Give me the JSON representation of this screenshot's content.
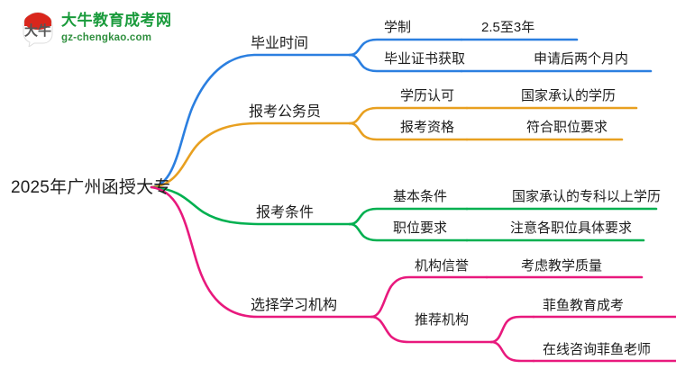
{
  "logo": {
    "badge_text": "大牛",
    "title": "大牛教育成考网",
    "subtitle": "gz-chengkao.com",
    "title_color": "#1a9b3c",
    "badge_color": "#d9261c"
  },
  "mindmap": {
    "root": {
      "label": "2025年广州函授大专"
    },
    "branches": [
      {
        "label": "毕业时间",
        "color": "#2b7fe0",
        "children": [
          {
            "label": "学制",
            "value": "2.5至3年"
          },
          {
            "label": "毕业证书获取",
            "value": "申请后两个月内"
          }
        ]
      },
      {
        "label": "报考公务员",
        "color": "#e8a020",
        "children": [
          {
            "label": "学历认可",
            "value": "国家承认的学历"
          },
          {
            "label": "报考资格",
            "value": "符合职位要求"
          }
        ]
      },
      {
        "label": "报考条件",
        "color": "#00b050",
        "children": [
          {
            "label": "基本条件",
            "value": "国家承认的专科以上学历"
          },
          {
            "label": "职位要求",
            "value": "注意各职位具体要求"
          }
        ]
      },
      {
        "label": "选择学习机构",
        "color": "#e8197d",
        "children": [
          {
            "label": "机构信誉",
            "value": "考虑教学质量"
          },
          {
            "label": "推荐机构",
            "grandchildren": [
              {
                "label": "菲鱼教育成考"
              },
              {
                "label": "在线咨询菲鱼老师"
              }
            ]
          }
        ]
      }
    ]
  }
}
